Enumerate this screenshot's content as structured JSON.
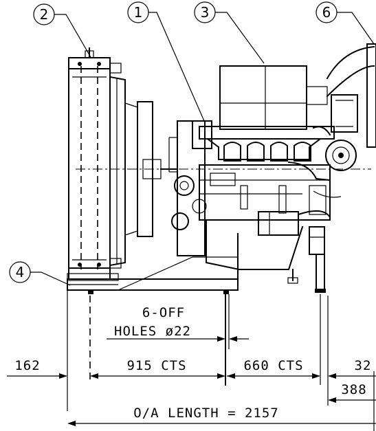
{
  "callouts": {
    "c1": "1",
    "c2": "2",
    "c3": "3",
    "c4": "4",
    "c6": "6"
  },
  "dimensions": {
    "holes_qty": "6-OFF",
    "holes_desc": "HOLES ø22",
    "d162": "162",
    "d915": "915 CTS",
    "d660": "660 CTS",
    "d32": "32",
    "d388": "388",
    "overall": "O/A LENGTH = 2157"
  }
}
